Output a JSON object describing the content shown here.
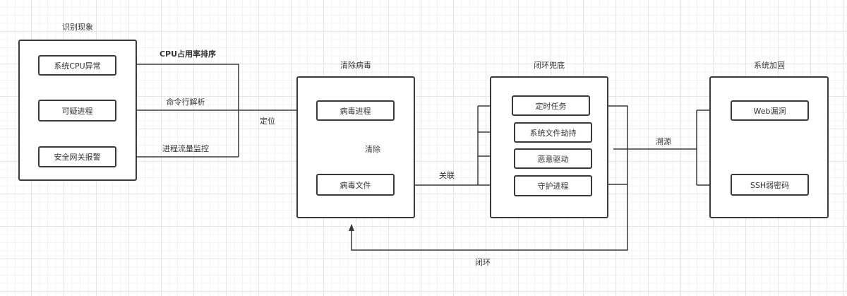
{
  "diagram": {
    "groups": {
      "identify": {
        "title": "识别现象",
        "items": [
          "系统CPU异常",
          "可疑进程",
          "安全网关报警"
        ]
      },
      "clean": {
        "title": "清除病毒",
        "items": [
          "病毒进程",
          "病毒文件"
        ]
      },
      "closure": {
        "title": "闭环兜底",
        "items": [
          "定时任务",
          "系统文件劫持",
          "恶意驱动",
          "守护进程"
        ]
      },
      "harden": {
        "title": "系统加固",
        "items": [
          "Web漏洞",
          "SSH弱密码"
        ]
      }
    },
    "edge_labels": {
      "cpu_sort": "CPU占用率排序",
      "cmdline": "命令行解析",
      "traffic": "进程流量监控",
      "locate": "定位",
      "clear": "清除",
      "associate": "关联",
      "trace": "溯源",
      "loop": "闭环"
    },
    "colors": {
      "stroke": "#3a3a3a",
      "grid": "#e6e6e6",
      "background": "#ffffff"
    }
  }
}
